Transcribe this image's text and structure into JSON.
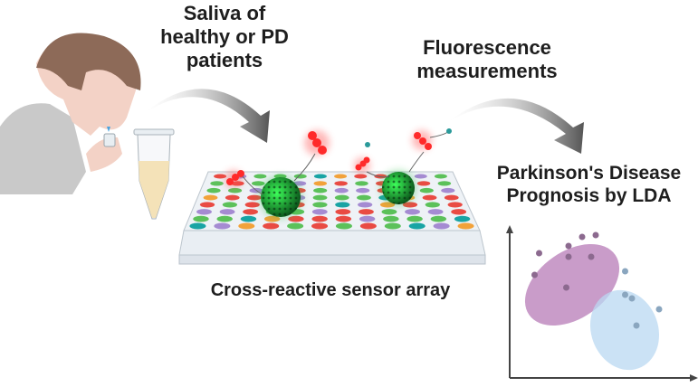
{
  "labels": {
    "saliva_line1": "Saliva of",
    "saliva_line2": "healthy or PD",
    "saliva_line3": "patients",
    "fluorescence_line1": "Fluorescence",
    "fluorescence_line2": "measurements",
    "prognosis_line1": "Parkinson's Disease",
    "prognosis_line2": "Prognosis by LDA",
    "array": "Cross-reactive sensor array"
  },
  "colors": {
    "arrow": "#5a5a5a",
    "pd_cluster": "#c08bbf",
    "healthy_cluster": "#b9d8f2",
    "red_dye": "#ff2020",
    "green_np": "#1aa33a",
    "plate": "#dfe4ea"
  },
  "lda_plot": {
    "pd_points": [
      [
        1.3,
        6.9
      ],
      [
        2.6,
        7.3
      ],
      [
        3.2,
        7.8
      ],
      [
        3.8,
        7.9
      ],
      [
        2.6,
        6.7
      ],
      [
        3.6,
        6.7
      ],
      [
        1.1,
        5.7
      ],
      [
        2.5,
        5.0
      ]
    ],
    "healthy_points": [
      [
        5.1,
        5.9
      ],
      [
        5.1,
        4.6
      ],
      [
        5.4,
        4.4
      ],
      [
        6.6,
        3.8
      ],
      [
        5.6,
        2.9
      ]
    ]
  },
  "well_colors": [
    "#e94b43",
    "#5cc15a",
    "#e94b43",
    "#5cc15a",
    "#e94b43",
    "#5cc15a",
    "#f2a23a",
    "#a58bd2",
    "#19a4a4"
  ]
}
